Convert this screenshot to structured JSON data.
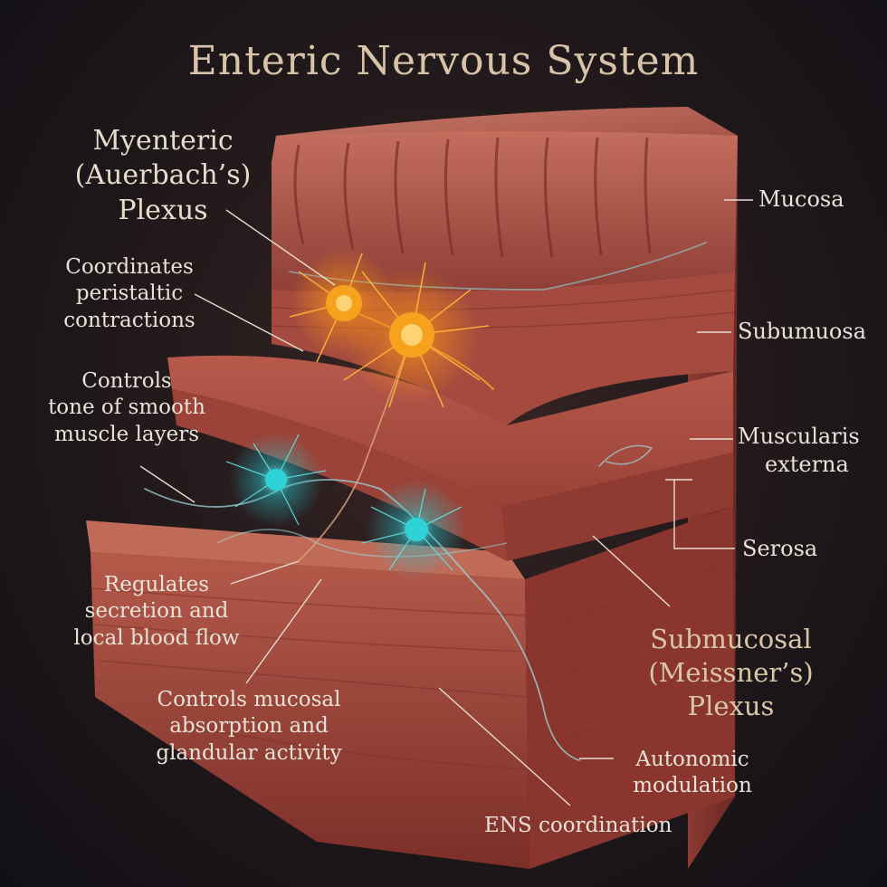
{
  "title": "Enteric Nervous System",
  "plexus_labels": {
    "myenteric": [
      "Myenteric",
      "(Auerbach’s)",
      "Plexus"
    ],
    "submucosal": [
      "Submucosal",
      "(Meissner’s)",
      "Plexus"
    ]
  },
  "layer_labels": {
    "mucosa": "Mucosa",
    "submucosa": "Subumuosa",
    "muscularis": [
      "Muscularis",
      "externa"
    ],
    "serosa": "Serosa"
  },
  "function_labels": {
    "peristalsis": [
      "Coordinates",
      "peristaltic",
      "contractions"
    ],
    "tone": [
      "Controls",
      "tone of smooth",
      "muscle layers"
    ],
    "secretion": [
      "Regulates",
      "secretion and",
      "local blood flow"
    ],
    "absorption": [
      "Controls mucosal",
      "absorption and",
      "glandular activity"
    ],
    "autonomic": [
      "Autonomic",
      "modulation"
    ],
    "coordination": "ENS coordination"
  },
  "colors": {
    "myenteric_neuron": "#f7a21c",
    "submucosal_neuron": "#2ed3d8",
    "tissue": "#b4554a",
    "title": "#d8c3a8"
  }
}
